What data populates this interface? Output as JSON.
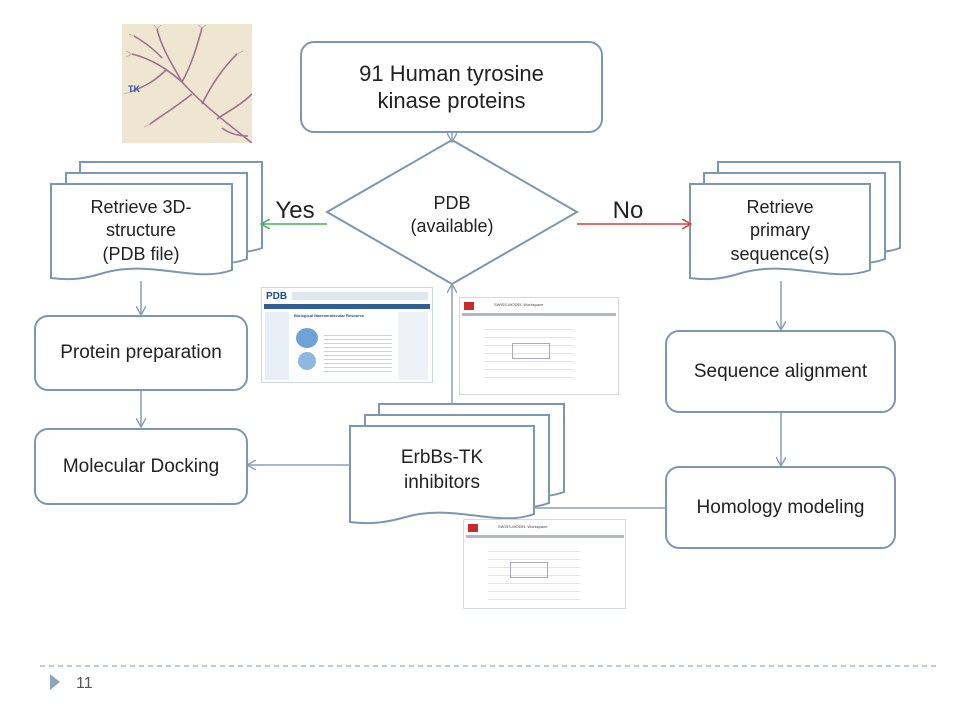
{
  "start": {
    "line1": "91 Human tyrosine",
    "line2": "kinase proteins"
  },
  "decision": {
    "line1": "PDB",
    "line2": "(available)",
    "yes_label": "Yes",
    "no_label": "No"
  },
  "left_doc": {
    "line1": "Retrieve 3D-",
    "line2": "structure",
    "line3": "(PDB file)"
  },
  "right_doc": {
    "line1": "Retrieve",
    "line2": "primary",
    "line3": "sequence(s)"
  },
  "inhibitor_doc": {
    "line1": "ErbBs-TK",
    "line2": "inhibitors"
  },
  "steps": {
    "protein_preparation": "Protein preparation",
    "molecular_docking": "Molecular Docking",
    "sequence_alignment": "Sequence alignment",
    "homology_modeling": "Homology modeling"
  },
  "thumbnails": {
    "kinome_tree_label": "TK",
    "pdb_logo": "PDB",
    "pdb_heading": "Biological Macromolecular Resource",
    "swiss_heading": "SWISS-MODEL Workspace"
  },
  "colors": {
    "border": "#7d96b1",
    "yes_arrow": "#4caf50",
    "no_arrow": "#d94040",
    "connector": "#8a9fb5"
  },
  "slide": {
    "page_number": "11"
  }
}
